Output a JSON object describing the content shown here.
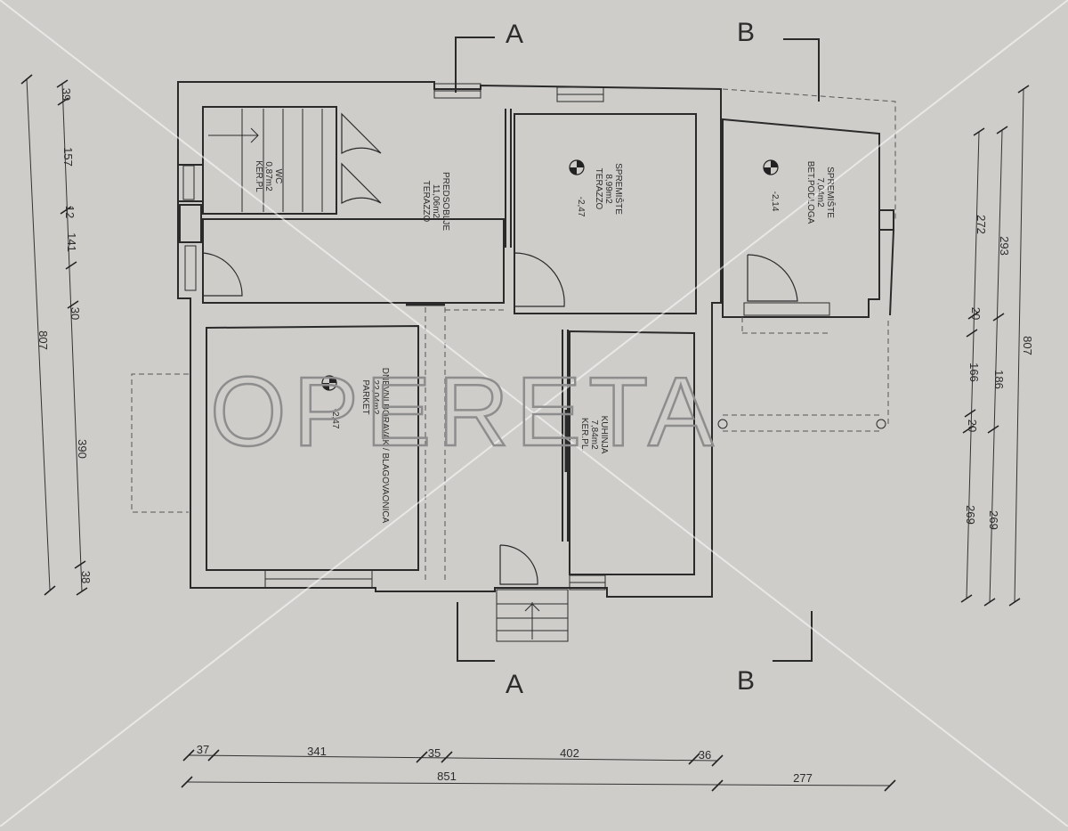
{
  "sections": {
    "a": "A",
    "b": "B"
  },
  "rooms": {
    "wc": {
      "name": "WC",
      "area": "0,87m2",
      "floor": "KER.PL"
    },
    "predsoblje": {
      "name": "PREDSOBLJE",
      "area": "11,06m2",
      "floor": "TERAZZO"
    },
    "spremiste1": {
      "name": "SPREMIŠTE",
      "area": "8,99m2",
      "floor": "TERAZZO",
      "level": "-2,47"
    },
    "spremiste2": {
      "name": "SPREMIŠTE",
      "area": "7,04m2",
      "floor": "BET.PODLOGA",
      "level": "-2,14"
    },
    "dnevni": {
      "name": "DNEVNI BORAVAK / BLAGOVAONICA",
      "area": "22,04m2",
      "floor": "PARKET",
      "level": "-2,47"
    },
    "kuhinja": {
      "name": "KUHINJA",
      "area": "7,84m2",
      "floor": "KER.PL."
    }
  },
  "dims": {
    "left": [
      "39",
      "157",
      "12",
      "141",
      "30",
      "390",
      "38"
    ],
    "left_total": "807",
    "right_inner": [
      "272",
      "20",
      "166",
      "20",
      "269"
    ],
    "right_mid": [
      "293",
      "186",
      "269"
    ],
    "right_total": "807",
    "bottom": [
      "37",
      "341",
      "35",
      "402",
      "36"
    ],
    "bottom_total": "851",
    "bottom_extra": "277"
  },
  "watermark": "OPERETA"
}
